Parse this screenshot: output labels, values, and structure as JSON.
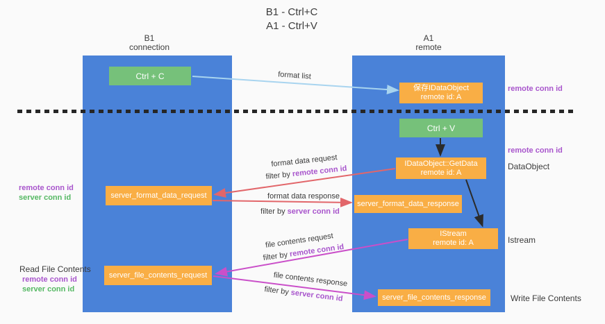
{
  "title": {
    "line1": "B1 - Ctrl+C",
    "line2": "A1 - Ctrl+V"
  },
  "columns": [
    {
      "name": "B1",
      "sub": "connection"
    },
    {
      "name": "A1",
      "sub": "remote"
    }
  ],
  "nodes": {
    "ctrl_c": "Ctrl + C",
    "save_idataobject": {
      "line1": "保存IDataObject",
      "line2": "remote id: A"
    },
    "ctrl_v": "Ctrl + V",
    "getdata": {
      "line1": "IDataObject::GetData",
      "line2": "remote id: A"
    },
    "format_request": "server_format_data_request",
    "format_response": "server_format_data_response",
    "istream": {
      "line1": "IStream",
      "line2": "remote id: A"
    },
    "file_request": "server_file_contents_request",
    "file_response": "server_file_contents_response"
  },
  "flow_labels": {
    "format_list": "format list",
    "format_data_request": "format data request",
    "format_data_request_filter_prefix": "filter by ",
    "format_data_request_filter_key": "remote conn id",
    "format_data_response": "format data response",
    "format_data_response_filter_prefix": "filter by ",
    "format_data_response_filter_key": "server conn id",
    "file_contents_request": "file contents request",
    "file_contents_request_filter_prefix": "filter by ",
    "file_contents_request_filter_key": "remote conn id",
    "file_contents_response": "file contents response",
    "file_contents_response_filter_prefix": "filter by ",
    "file_contents_response_filter_key": "server conn id"
  },
  "annotations": {
    "right": [
      {
        "text": "remote conn id"
      },
      {
        "text": "remote conn id"
      },
      {
        "text": "DataObject"
      },
      {
        "text": "Istream"
      },
      {
        "text": "Write File Contents"
      }
    ],
    "left": [
      {
        "text": "remote conn id"
      },
      {
        "text": "server conn id"
      },
      {
        "text": "Read File Contents"
      },
      {
        "text": "remote conn id"
      },
      {
        "text": "server conn id"
      }
    ]
  },
  "colors": {
    "column_blue": "#4a82d8",
    "node_green": "#76c17a",
    "node_orange": "#f9ae45",
    "remote_conn_purple": "#a855cc",
    "server_conn_green": "#55b863",
    "arrow_lightblue": "#a8d4ef",
    "arrow_salmon": "#e2666a",
    "arrow_magenta": "#ca4fc9",
    "arrow_black": "#2b2b2b"
  }
}
